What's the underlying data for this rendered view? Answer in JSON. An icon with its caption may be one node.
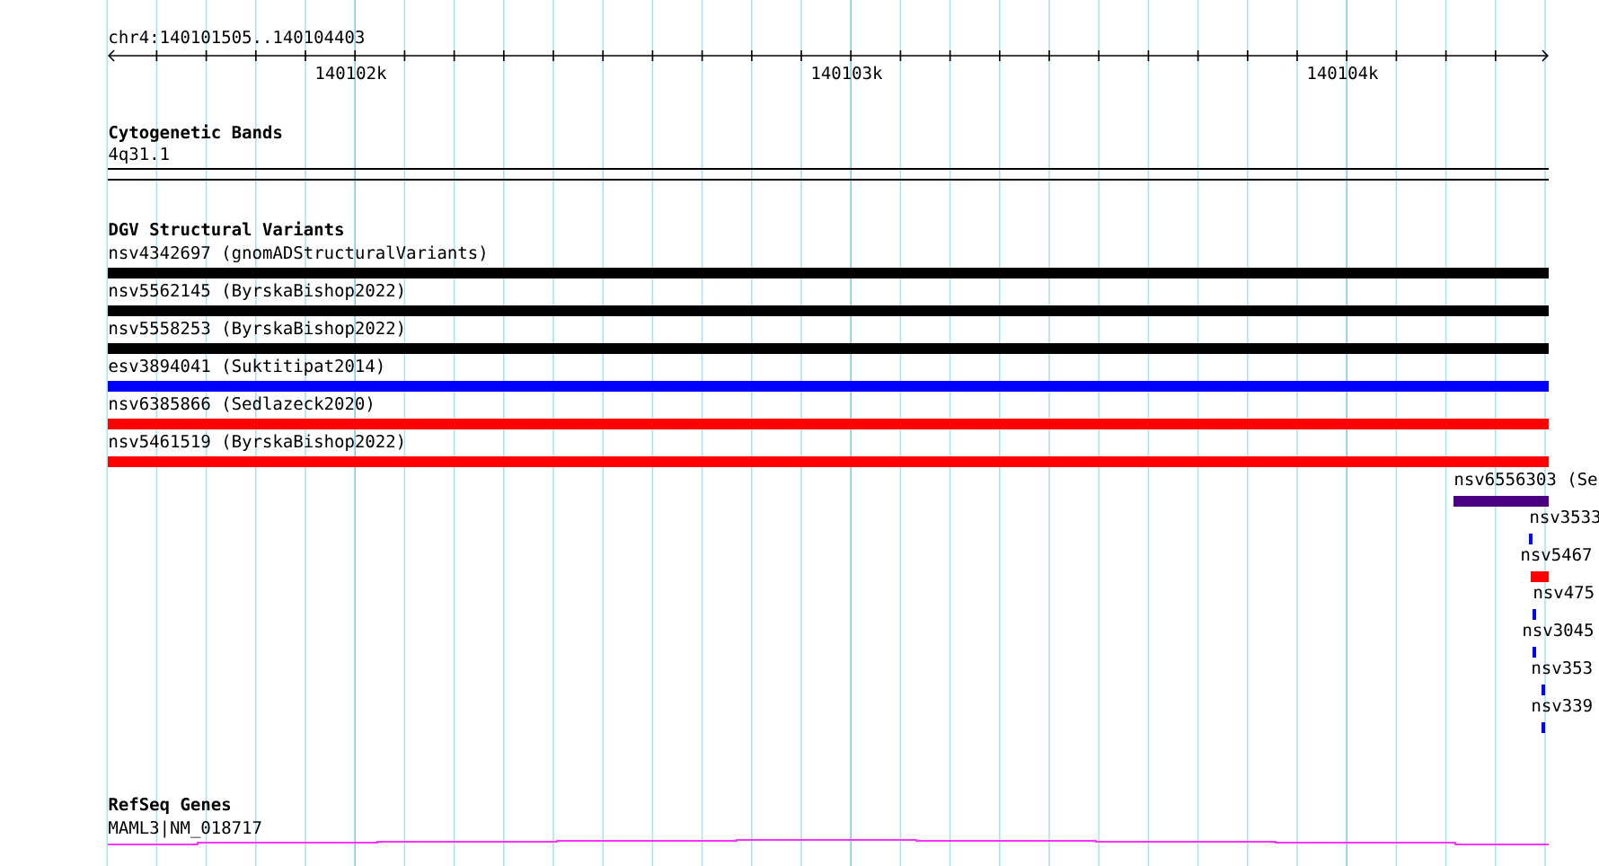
{
  "diagram": {
    "nodes": [
      {
        "text": [
          "4q31.1"
        ]
      },
      {
        "text": [
          "nsv4342697 (gnomADStructuralVariants)"
        ]
      },
      {
        "text": [
          "nsv5562145 (ByrskaBishop2022)"
        ]
      },
      {
        "text": [
          "nsv5558253 (ByrskaBishop2022)"
        ]
      },
      {
        "text": [
          "esv3894041 (Suktitipat2014)"
        ]
      },
      {
        "text": [
          "nsv6385866 (Sedlazeck2020)"
        ]
      },
      {
        "text": [
          "nsv5461519 (ByrskaBishop2022)"
        ]
      },
      {
        "text": [
          "nsv6556303 (Se"
        ]
      },
      {
        "text": [
          "nsv3533"
        ]
      },
      {
        "text": [
          "nsv5467"
        ]
      },
      {
        "text": [
          "nsv475"
        ]
      },
      {
        "text": [
          "nsv3045"
        ]
      },
      {
        "text": [
          "nsv353"
        ]
      },
      {
        "text": [
          "nsv339"
        ]
      },
      {
        "text": [
          "MAML3|NM_018717"
        ]
      }
    ],
    "labels": [
      "chr4:140101505..140104403",
      "140102k",
      "140103k",
      "140104k",
      "Cytogenetic Bands",
      "DGV Structural Variants",
      "RefSeq Genes"
    ]
  }
}
